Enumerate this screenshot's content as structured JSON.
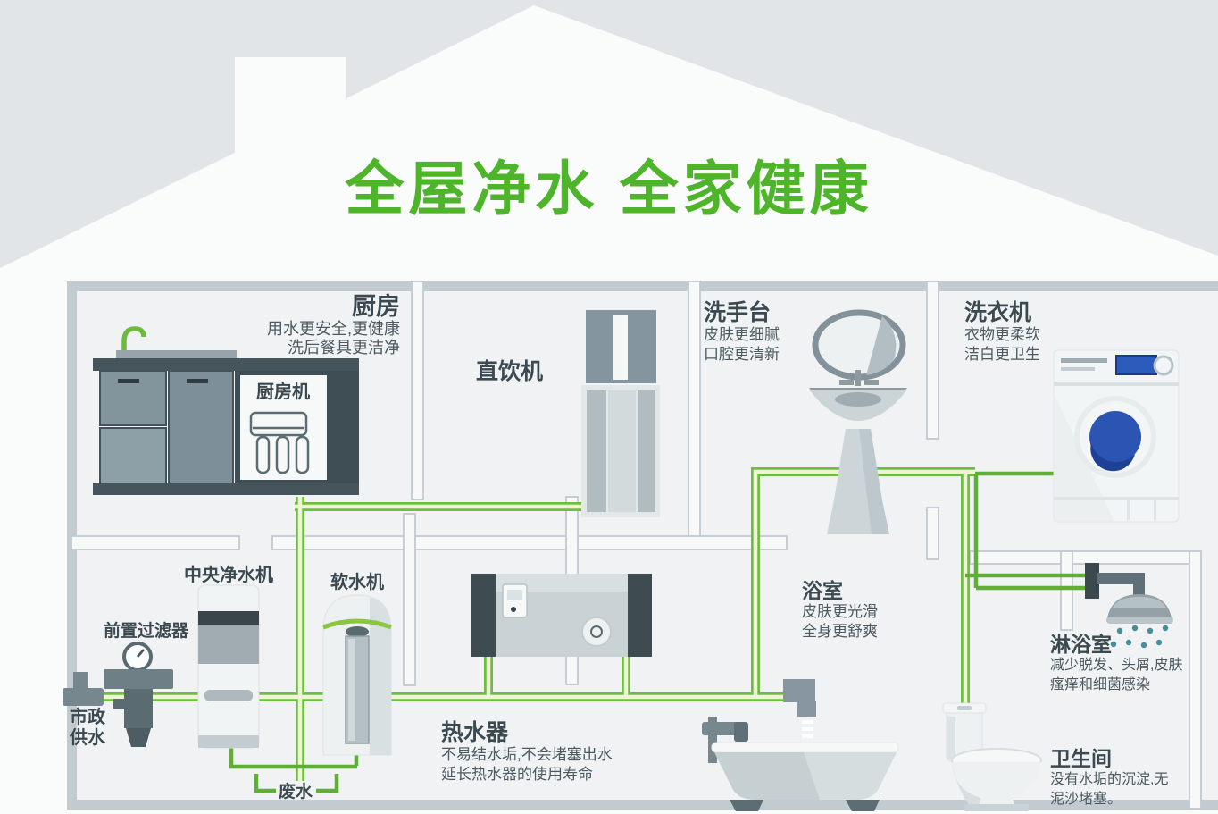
{
  "title": "全屋净水 全家健康",
  "labels": {
    "kitchen": {
      "title": "厨房",
      "line1": "用水更安全,更健康",
      "line2": "洗后餐具更洁净"
    },
    "kitchen_machine": {
      "title": "厨房机"
    },
    "dispenser": {
      "title": "直饮机"
    },
    "basin": {
      "title": "洗手台",
      "line1": "皮肤更细腻",
      "line2": "口腔更清新"
    },
    "washer": {
      "title": "洗衣机",
      "line1": "衣物更柔软",
      "line2": "洁白更卫生"
    },
    "central_purifier": {
      "title": "中央净水机"
    },
    "softener": {
      "title": "软水机"
    },
    "prefilter": {
      "title": "前置过滤器"
    },
    "municipal": {
      "line1": "市政",
      "line2": "供水"
    },
    "heater": {
      "title": "热水器",
      "line1": "不易结水垢,不会堵塞出水",
      "line2": "延长热水器的使用寿命"
    },
    "bathroom": {
      "title": "浴室",
      "line1": "皮肤更光滑",
      "line2": "全身更舒爽"
    },
    "shower": {
      "title": "淋浴室",
      "line1": "减少脱发、头屑,皮肤",
      "line2": "瘙痒和细菌感染"
    },
    "toilet": {
      "title": "卫生间",
      "line1": "没有水垢的沉淀,无",
      "line2": "泥沙堵塞。"
    },
    "waste": {
      "title": "废水"
    }
  },
  "colors": {
    "title_green": "#4eb42a",
    "pipe_green": "#6fbe44",
    "pipe_fill": "#edf5d3",
    "wall_gray": "#c2cbd0",
    "text_dark": "#3b4950",
    "washer_blue": "#2c54b2",
    "droplet_teal": "#468f98",
    "cabinet_dark": "#46555b",
    "house_white": "#fafbfb",
    "background_gray": "#e2e5e7"
  }
}
